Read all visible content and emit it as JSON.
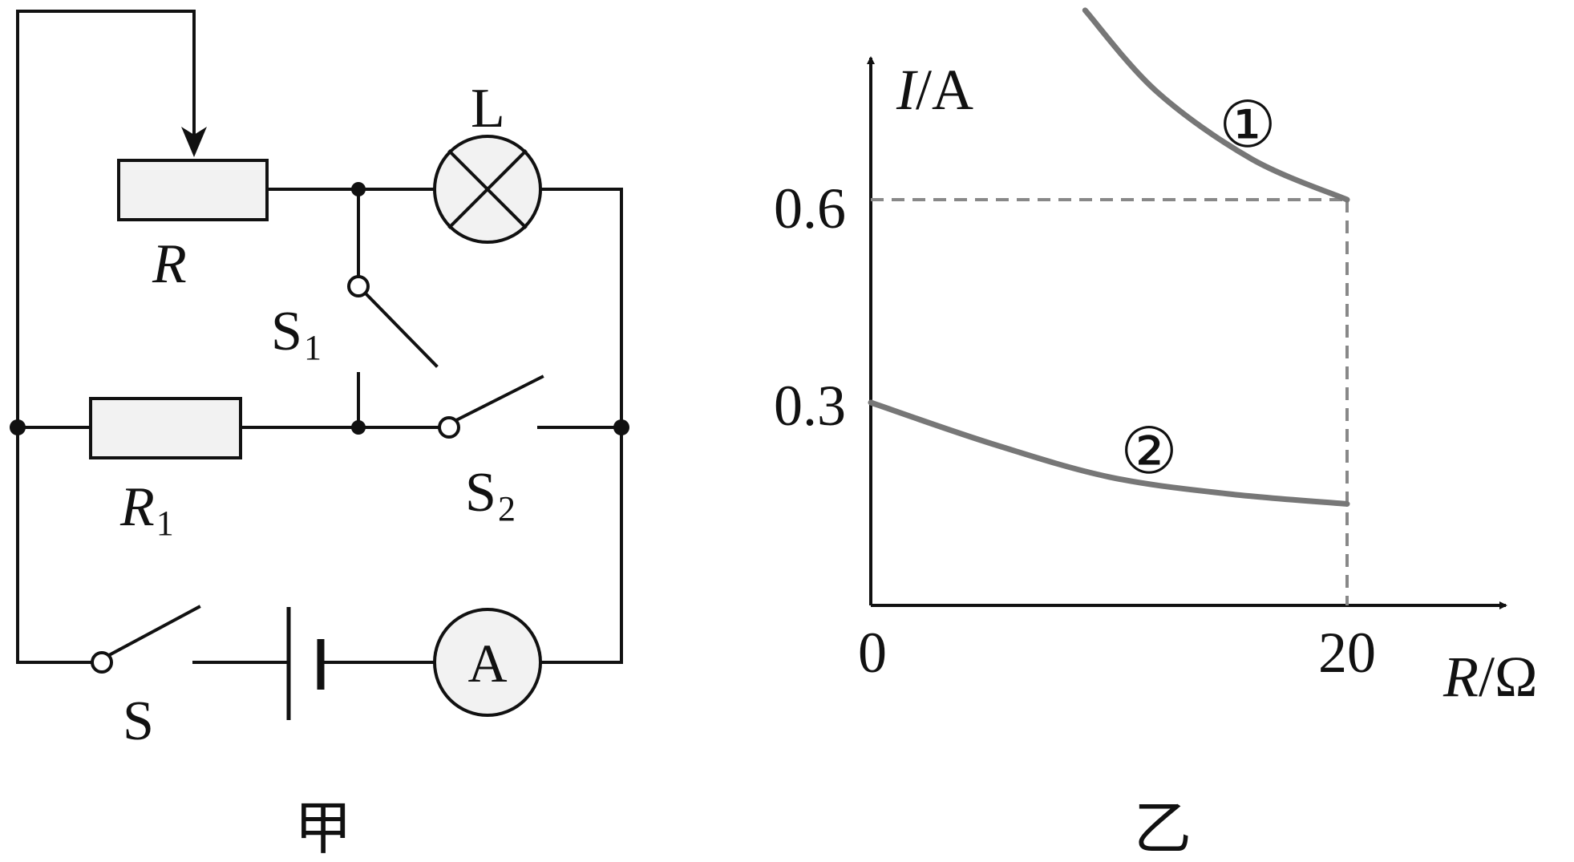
{
  "circuit": {
    "caption": "甲",
    "labels": {
      "rheostat": "R",
      "resistor": "R",
      "resistor_sub": "1",
      "lamp": "L",
      "switch_s1": "S",
      "switch_s1_sub": "1",
      "switch_s2": "S",
      "switch_s2_sub": "2",
      "switch_main": "S",
      "ammeter": "A"
    }
  },
  "graph": {
    "caption": "乙",
    "y_axis_label_var": "I",
    "y_axis_label_unit": "/A",
    "x_axis_label_var": "R",
    "x_axis_label_unit": "/Ω",
    "origin_label": "0",
    "x_tick": "20",
    "y_ticks": [
      "0.6",
      "0.3"
    ],
    "curve_labels": [
      "①",
      "②"
    ],
    "curve_color": "#777777",
    "guide_color": "#888888"
  },
  "chart_data": {
    "type": "line",
    "xlabel": "R/Ω",
    "ylabel": "I/A",
    "x_ticks": [
      0,
      20
    ],
    "y_ticks": [
      0.3,
      0.6
    ],
    "series": [
      {
        "name": "①",
        "points": [
          [
            9,
            0.88
          ],
          [
            12,
            0.76
          ],
          [
            16,
            0.66
          ],
          [
            20,
            0.6
          ]
        ]
      },
      {
        "name": "②",
        "points": [
          [
            0,
            0.3
          ],
          [
            5,
            0.24
          ],
          [
            10,
            0.19
          ],
          [
            15,
            0.165
          ],
          [
            20,
            0.15
          ]
        ]
      }
    ]
  }
}
